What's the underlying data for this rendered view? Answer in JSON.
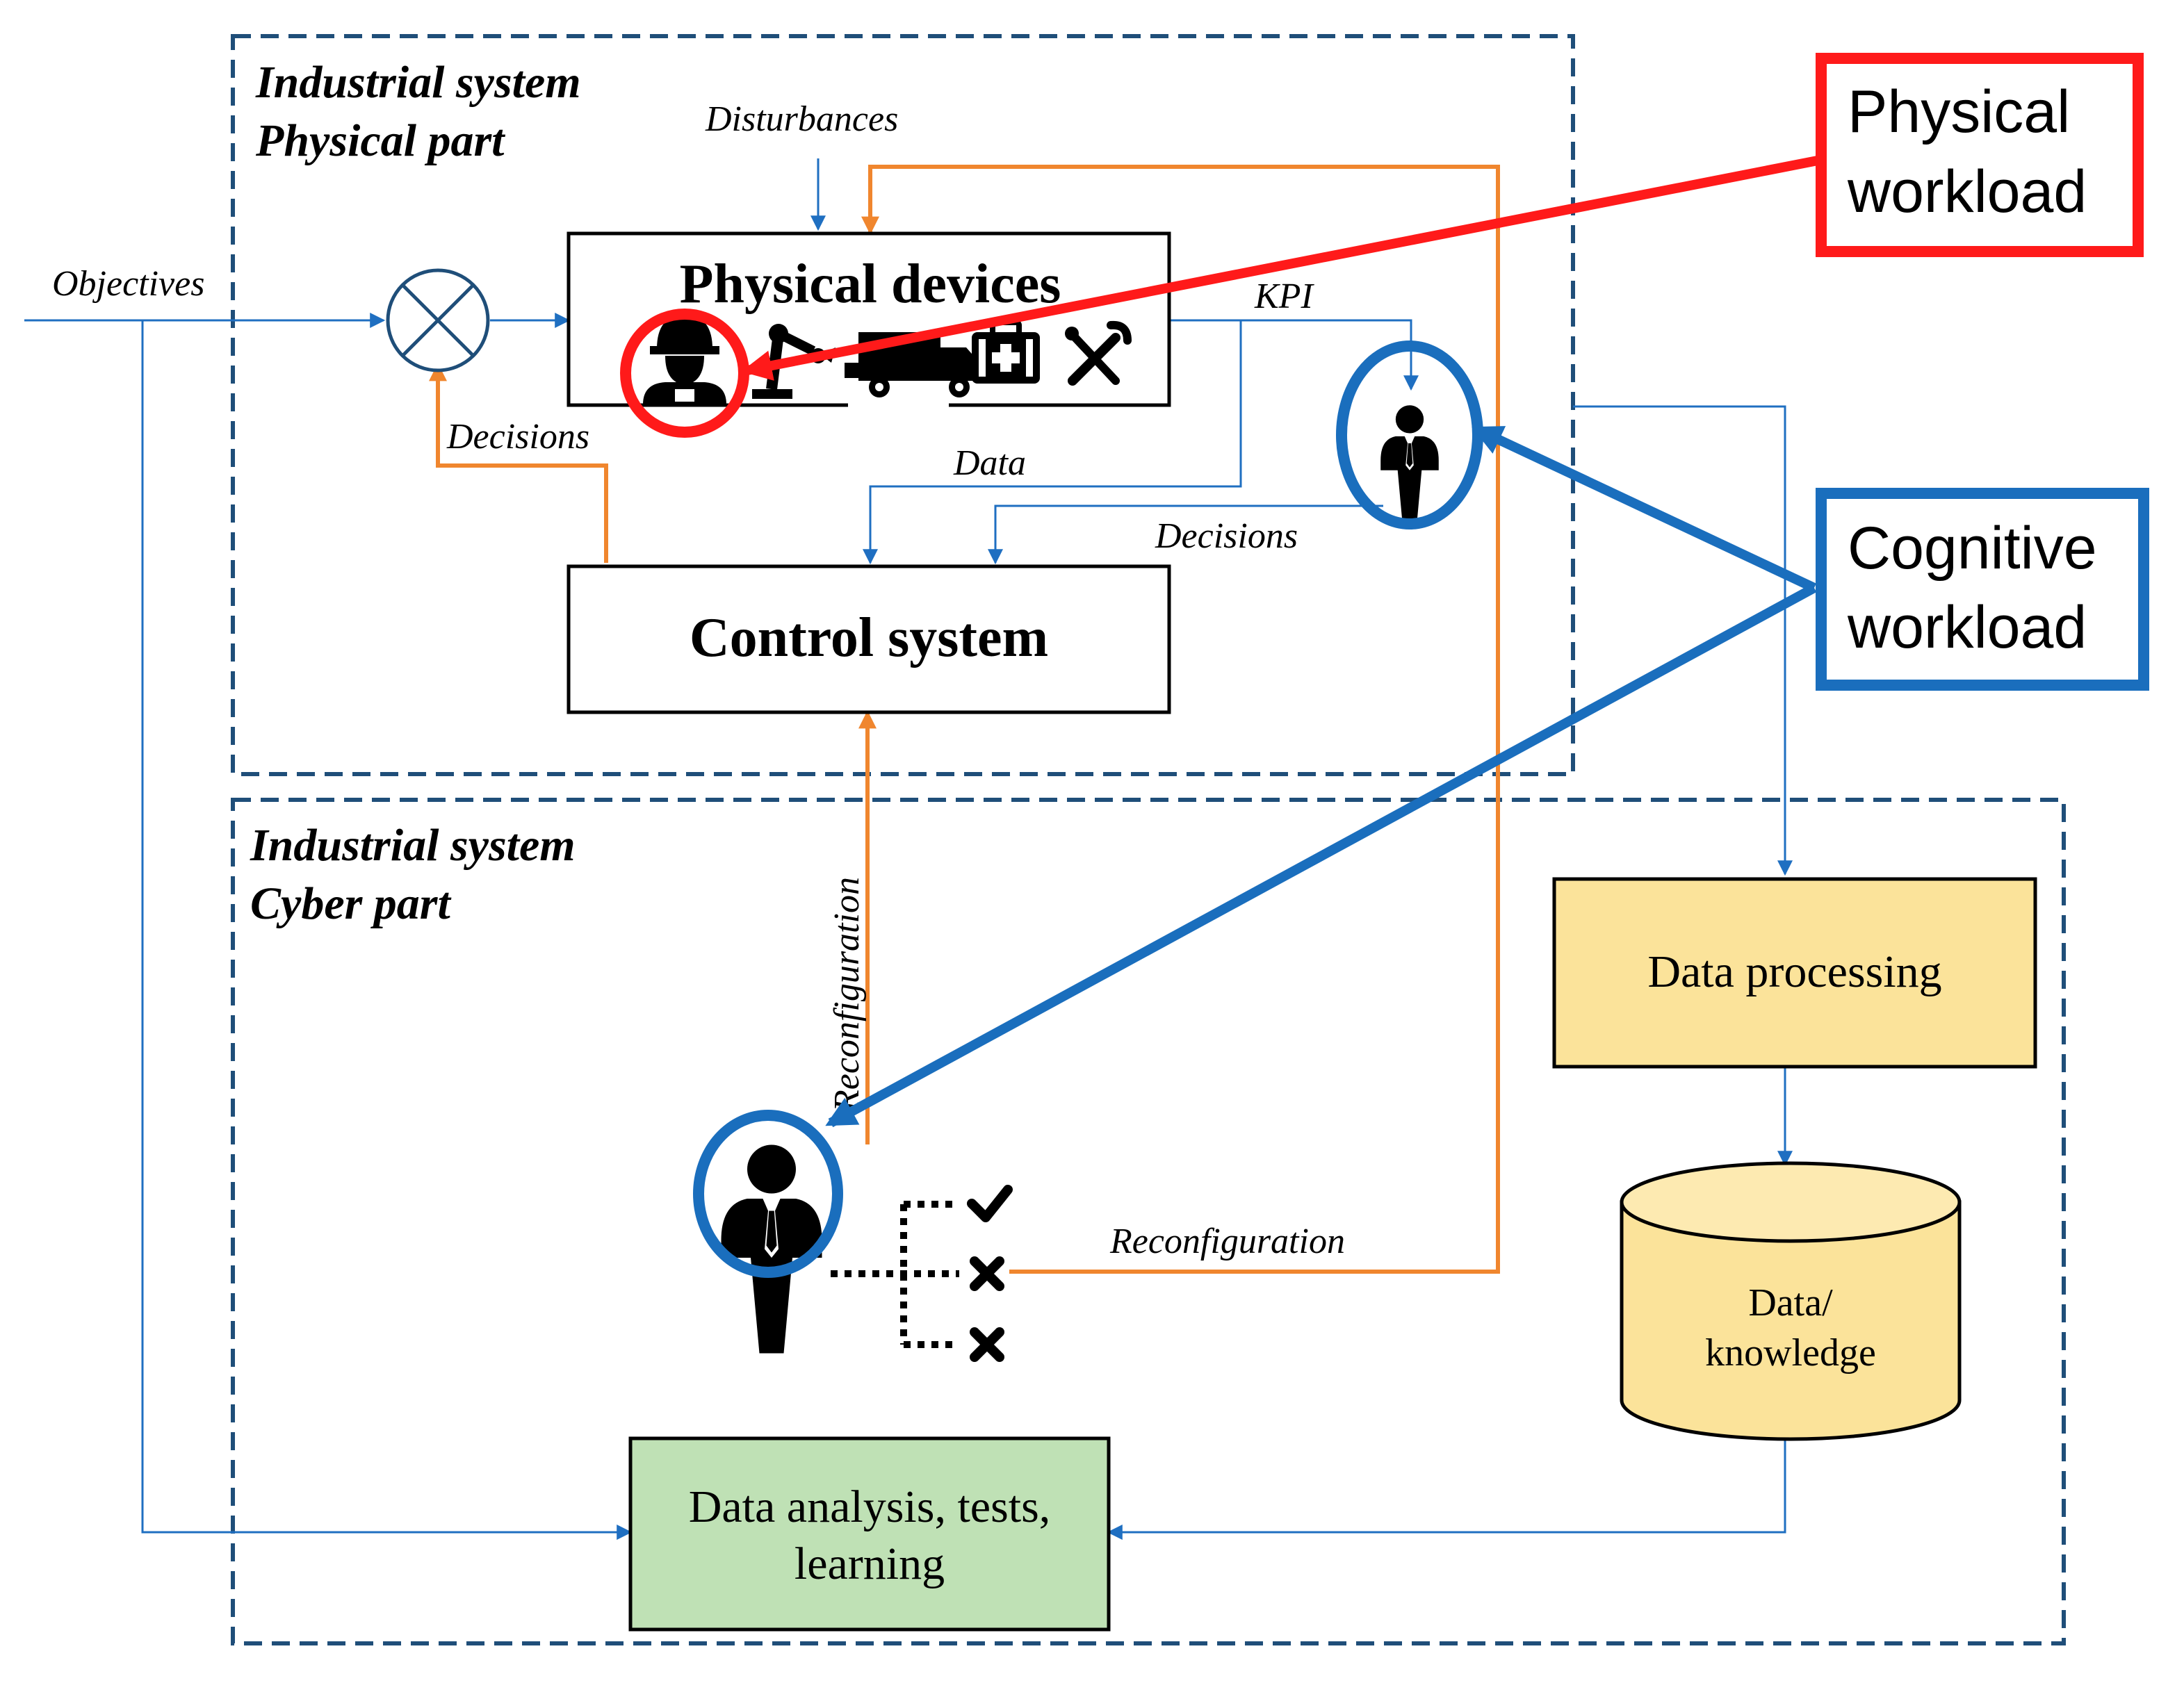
{
  "regions": {
    "physical": {
      "title_line1": "Industrial system",
      "title_line2": "Physical part"
    },
    "cyber": {
      "title_line1": "Industrial system",
      "title_line2": "Cyber part"
    }
  },
  "boxes": {
    "physical_devices": "Physical devices",
    "control_system": "Control system",
    "data_processing": "Data processing",
    "data_knowledge_line1": "Data/",
    "data_knowledge_line2": "knowledge",
    "analysis_line1": "Data analysis, tests,",
    "analysis_line2": "learning"
  },
  "labels": {
    "objectives": "Objectives",
    "disturbances": "Disturbances",
    "kpi": "KPI",
    "data": "Data",
    "decisions_left": "Decisions",
    "decisions_right": "Decisions",
    "reconfiguration_vertical": "Reconfiguration",
    "reconfiguration_horizontal": "Reconfiguration"
  },
  "callouts": {
    "physical_line1": "Physical",
    "physical_line2": "workload",
    "cognitive_line1": "Cognitive",
    "cognitive_line2": "workload"
  },
  "colors": {
    "region_border": "#1f4e79",
    "signal_blue": "#1f6fc1",
    "feedback_orange": "#f0862e",
    "physical_red": "#ff1a1a",
    "cognitive_blue": "#1a6ebd",
    "processing_fill": "#fbe39a",
    "analysis_fill": "#bfe1b5"
  },
  "icons": [
    "worker-icon",
    "robot-arm-icon",
    "truck-icon",
    "medical-kit-icon",
    "tools-icon",
    "operator-icon",
    "checklist-icon",
    "summing-junction-icon"
  ]
}
